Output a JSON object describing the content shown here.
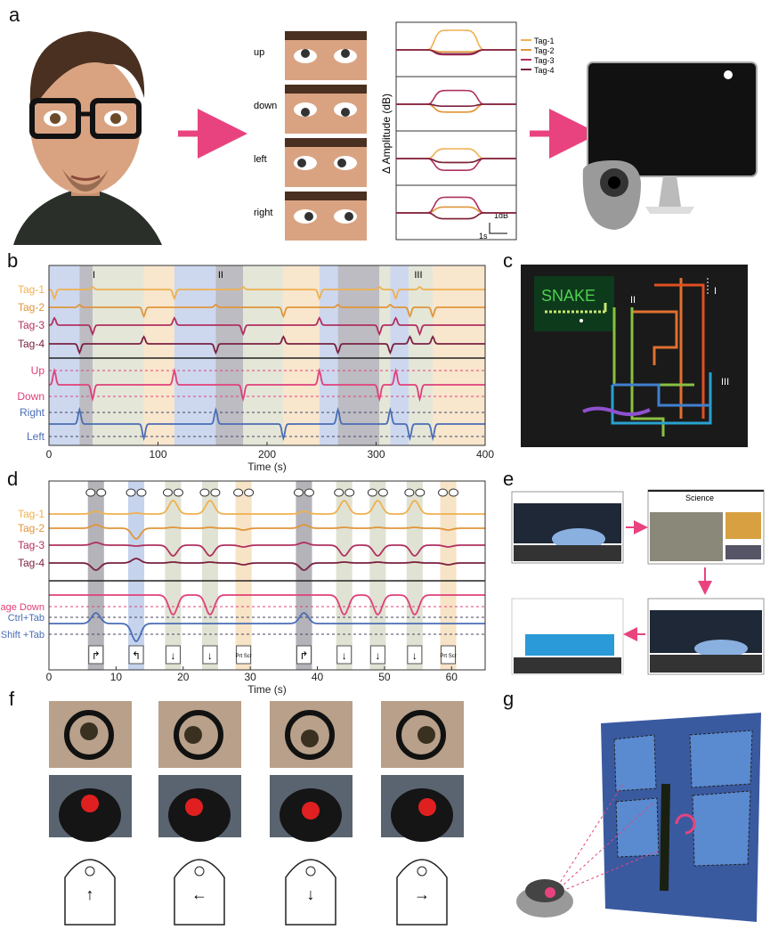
{
  "panels": {
    "a": "a",
    "b": "b",
    "c": "c",
    "d": "d",
    "e": "e",
    "f": "f",
    "g": "g"
  },
  "panel_a": {
    "directions": [
      "up",
      "down",
      "left",
      "right"
    ],
    "ylabel": "Δ Amplitude (dB)",
    "scale_y": "1dB",
    "scale_x": "1s",
    "legend": [
      "Tag-1",
      "Tag-2",
      "Tag-3",
      "Tag-4"
    ]
  },
  "panel_c": {
    "game_title": "SNAKE",
    "markers": [
      "I",
      "II",
      "III"
    ]
  },
  "panel_e": {
    "site_title": "Science"
  },
  "colors": {
    "tag1": "#f0b050",
    "tag2": "#e0953a",
    "tag3": "#b03060",
    "tag4": "#7a2040",
    "pink": "#e0407a",
    "blue": "#4a6db5",
    "arrow": "#e8437f"
  },
  "chart_data": [
    {
      "type": "line",
      "panel": "b",
      "xlabel": "Time (s)",
      "xlim": [
        0,
        400
      ],
      "xticks": [
        "0",
        "100",
        "200",
        "300",
        "400"
      ],
      "series_labels": [
        "Tag-1",
        "Tag-2",
        "Tag-3",
        "Tag-4",
        "Up",
        "Down",
        "Right",
        "Left"
      ],
      "annotations": [
        "I",
        "II",
        "III"
      ],
      "annotation_times": [
        40,
        155,
        335
      ],
      "events": {
        "up": [
          5,
          115,
          248,
          318
        ],
        "down": [
          40,
          178,
          303,
          340
        ],
        "right": [
          28,
          153,
          265,
          313
        ],
        "left": [
          87,
          215,
          331,
          352
        ]
      },
      "bands": [
        [
          0,
          5,
          "blue"
        ],
        [
          5,
          28,
          "blue"
        ],
        [
          28,
          40,
          "gray"
        ],
        [
          40,
          87,
          "green"
        ],
        [
          87,
          115,
          "orange"
        ],
        [
          115,
          153,
          "blue"
        ],
        [
          153,
          178,
          "gray"
        ],
        [
          178,
          215,
          "green"
        ],
        [
          215,
          248,
          "orange"
        ],
        [
          248,
          265,
          "blue"
        ],
        [
          265,
          303,
          "gray"
        ],
        [
          303,
          313,
          "green"
        ],
        [
          313,
          330,
          "blue"
        ],
        [
          330,
          352,
          "green"
        ],
        [
          352,
          400,
          "orange"
        ]
      ]
    },
    {
      "type": "line",
      "panel": "d",
      "xlabel": "Time (s)",
      "xlim": [
        0,
        65
      ],
      "xticks": [
        "0",
        "10",
        "20",
        "30",
        "40",
        "50",
        "60"
      ],
      "series_labels": [
        "Tag-1",
        "Tag-2",
        "Tag-3",
        "Tag-4",
        "Page Down",
        "Ctrl+Tab",
        "Ctrl+Shift +Tab"
      ],
      "events": [
        {
          "t": 7,
          "type": "ctrl_tab",
          "band": "gray",
          "key": "tab-forward"
        },
        {
          "t": 13,
          "type": "ctrl_shift_tab",
          "band": "blue",
          "key": "tab-back"
        },
        {
          "t": 18.5,
          "type": "page_down",
          "band": "green",
          "key": "page-down"
        },
        {
          "t": 24,
          "type": "page_down",
          "band": "green",
          "key": "page-down"
        },
        {
          "t": 29,
          "type": "blink",
          "band": "orange",
          "key": "Prt Scr"
        },
        {
          "t": 38,
          "type": "ctrl_tab",
          "band": "gray",
          "key": "tab-forward"
        },
        {
          "t": 44,
          "type": "page_down",
          "band": "green",
          "key": "page-down"
        },
        {
          "t": 49,
          "type": "page_down",
          "band": "green",
          "key": "page-down"
        },
        {
          "t": 54.5,
          "type": "page_down",
          "band": "green",
          "key": "page-down"
        },
        {
          "t": 59.5,
          "type": "blink",
          "band": "orange",
          "key": "Prt Scr"
        }
      ]
    }
  ]
}
